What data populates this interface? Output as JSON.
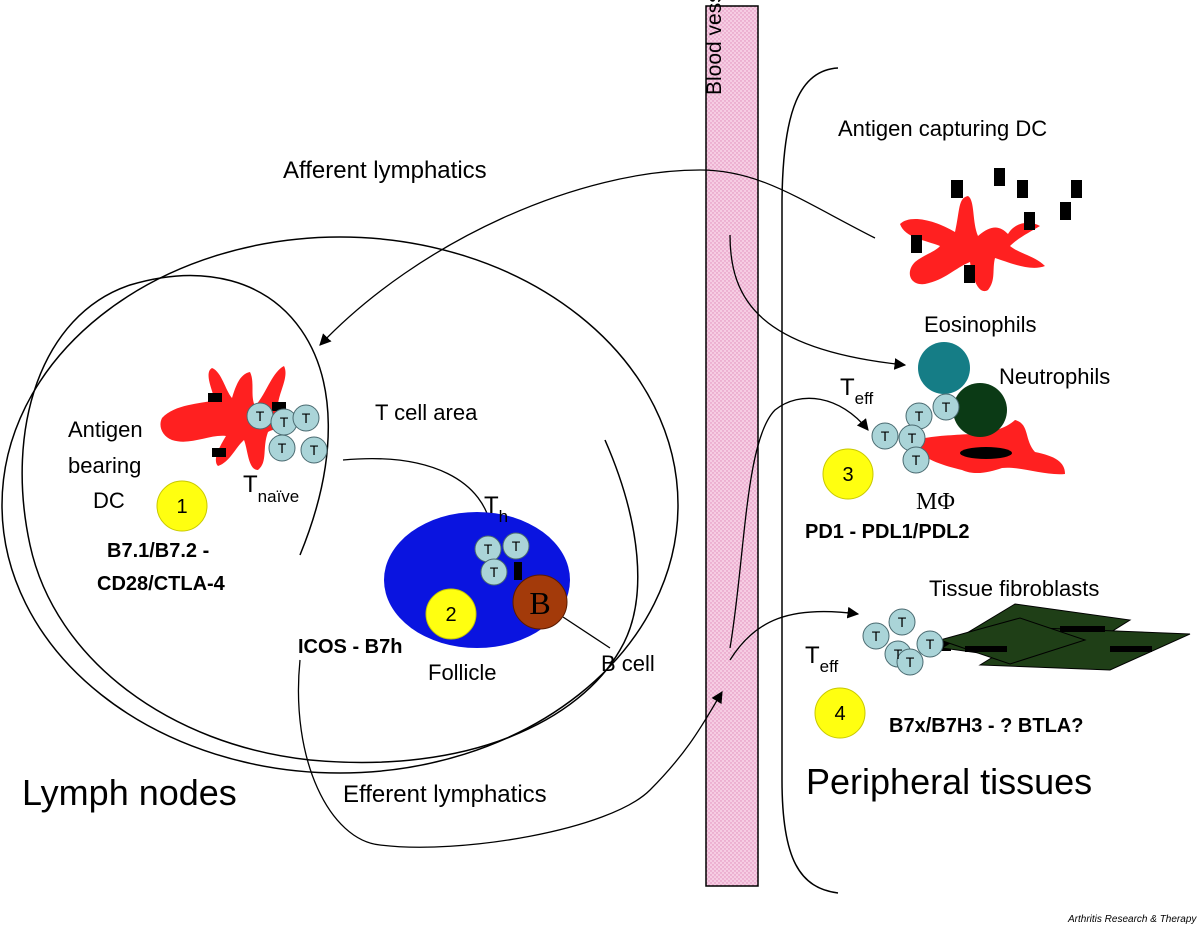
{
  "regions": {
    "lymph_nodes": "Lymph nodes",
    "peripheral_tissues": "Peripheral tissues",
    "blood_vessels": "Blood vessels"
  },
  "flows": {
    "afferent": "Afferent lymphatics",
    "efferent": "Efferent lymphatics"
  },
  "lymph_node": {
    "dc_line1": "Antigen",
    "dc_line2": "bearing",
    "dc_line3": "DC",
    "t_cell_area": "T cell area",
    "t_naive_main": "T",
    "t_naive_sub": "naïve",
    "th_main": "T",
    "th_sub": "h",
    "follicle": "Follicle",
    "b_cell": "B cell",
    "b_letter": "B"
  },
  "peripheral": {
    "capturing_dc": "Antigen capturing DC",
    "eosinophils": "Eosinophils",
    "neutrophils": "Neutrophils",
    "teff3_main": "T",
    "teff3_sub": "eff",
    "macrophage": "MΦ",
    "fibroblasts": "Tissue fibroblasts",
    "teff4_main": "T",
    "teff4_sub": "eff"
  },
  "t_cell_letter": "T",
  "steps": [
    {
      "number": "1",
      "pathway_line1": "B7.1/B7.2 -",
      "pathway_line2": "CD28/CTLA-4"
    },
    {
      "number": "2",
      "pathway_line1": "ICOS - B7h"
    },
    {
      "number": "3",
      "pathway_line1": "PD1 - PDL1/PDL2"
    },
    {
      "number": "4",
      "pathway_line1": "B7x/B7H3 - ? BTLA?"
    }
  ],
  "credit": "Arthritis Research & Therapy",
  "colors": {
    "dc_red": "#ff2020",
    "t_cell": "#aad4d8",
    "follicle_blue": "#0a14e0",
    "b_cell_brown": "#a33a0a",
    "step_yellow": "#ffff10",
    "eosinophil_teal": "#157d86",
    "neutrophil_green": "#0b3a15",
    "fibroblast_green": "#1f3f17",
    "vessel_pink": "#f6cde3"
  }
}
